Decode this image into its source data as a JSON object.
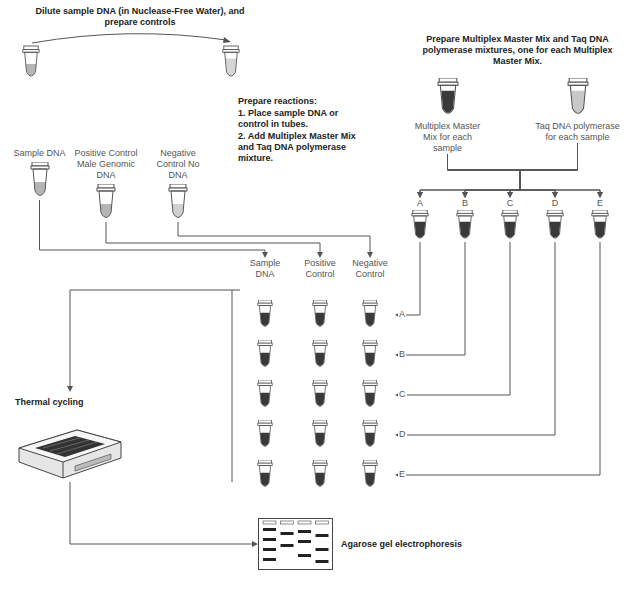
{
  "diagram": {
    "nodes": [
      {
        "text": [
          "Sample DNA"
        ]
      },
      {
        "text": [
          "Positive Control Male Genomic DNA"
        ]
      },
      {
        "text": [
          "Negative Control No DNA"
        ]
      },
      {
        "text": [
          "Multiplex Master Mix for each sample"
        ]
      },
      {
        "text": [
          "Taq DNA polymerase for each sample"
        ]
      },
      {
        "text": [
          "A"
        ]
      },
      {
        "text": [
          "B"
        ]
      },
      {
        "text": [
          "C"
        ]
      },
      {
        "text": [
          "D"
        ]
      },
      {
        "text": [
          "E"
        ]
      },
      {
        "text": [
          "Sample DNA"
        ]
      },
      {
        "text": [
          "Positive Control"
        ]
      },
      {
        "text": [
          "Negative Control"
        ]
      },
      {
        "text": [
          "Thermal cycling"
        ]
      },
      {
        "text": [
          "Agarose gel electrophoresis"
        ]
      }
    ],
    "edges": [
      {
        "from": 0,
        "to": 10,
        "arrow": "to"
      },
      {
        "from": 1,
        "to": 11,
        "arrow": "to"
      },
      {
        "from": 2,
        "to": 12,
        "arrow": "to"
      },
      {
        "from": 3,
        "to": 5,
        "arrow": "to"
      },
      {
        "from": 3,
        "to": 6,
        "arrow": "to"
      },
      {
        "from": 3,
        "to": 7,
        "arrow": "to"
      },
      {
        "from": 3,
        "to": 8,
        "arrow": "to"
      },
      {
        "from": 3,
        "to": 9,
        "arrow": "to"
      },
      {
        "from": 4,
        "to": 5,
        "arrow": "to"
      },
      {
        "from": 4,
        "to": 6,
        "arrow": "to"
      },
      {
        "from": 4,
        "to": 7,
        "arrow": "to"
      },
      {
        "from": 4,
        "to": 8,
        "arrow": "to"
      },
      {
        "from": 4,
        "to": 9,
        "arrow": "to"
      },
      {
        "from": 5,
        "to": 12,
        "arrow": "to"
      },
      {
        "from": 6,
        "to": 12,
        "arrow": "to"
      },
      {
        "from": 7,
        "to": 12,
        "arrow": "to"
      },
      {
        "from": 8,
        "to": 12,
        "arrow": "to"
      },
      {
        "from": 9,
        "to": 12,
        "arrow": "to"
      },
      {
        "from": 10,
        "to": 13,
        "arrow": "to"
      },
      {
        "from": 13,
        "to": 14,
        "arrow": "to"
      }
    ],
    "labels": [
      "Dilute sample DNA (in Nuclease-Free Water), and prepare controls",
      "Prepare reactions:",
      "1. Place sample DNA or control in tubes.",
      "2. Add Multiplex Master Mix and Taq DNA polymerase mixture.",
      "Prepare Multiplex Master Mix and Taq DNA polymerase mixtures, one for each Multiplex Master Mix.",
      "A",
      "B",
      "C",
      "D",
      "E"
    ]
  }
}
